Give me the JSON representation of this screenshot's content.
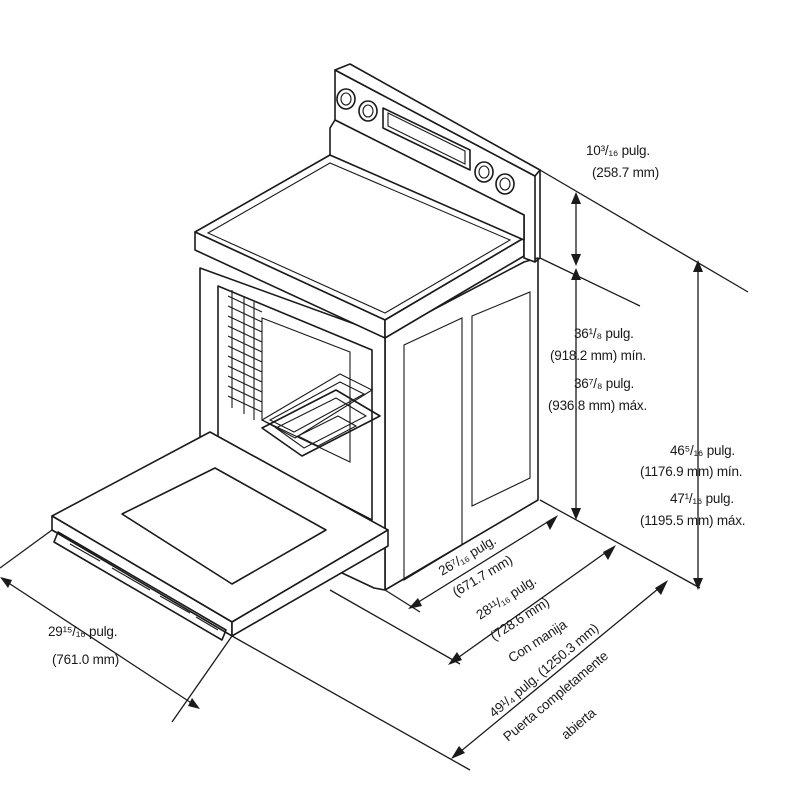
{
  "dimensions": {
    "backguard_height": {
      "imperial": "10³/₁₆ pulg.",
      "metric": "(258.7 mm)"
    },
    "cooktop_height_min": {
      "imperial": "36¹/₈ pulg.",
      "metric": "(918.2 mm) mín."
    },
    "cooktop_height_max": {
      "imperial": "36⁷/₈ pulg.",
      "metric": "(936.8 mm) máx."
    },
    "overall_height_min": {
      "imperial": "46⁵/₁₆ pulg.",
      "metric": "(1176.9 mm) mín."
    },
    "overall_height_max": {
      "imperial": "47¹/₁₆ pulg.",
      "metric": "(1195.5 mm) máx."
    },
    "depth_body": {
      "imperial": "26⁷/₁₆ pulg.",
      "metric": "(671.7 mm)"
    },
    "depth_with_handle": {
      "imperial": "28¹¹/₁₆ pulg.",
      "metric": "(728.6 mm)",
      "note": "Con manija"
    },
    "depth_door_open": {
      "imperial": "49¹/₄ pulg. (1250.3 mm)",
      "note_line1": "Puerta completamente",
      "note_line2": "abierta"
    },
    "width": {
      "imperial": "29¹⁵/₁₆ pulg.",
      "metric": "(761.0 mm)"
    }
  }
}
